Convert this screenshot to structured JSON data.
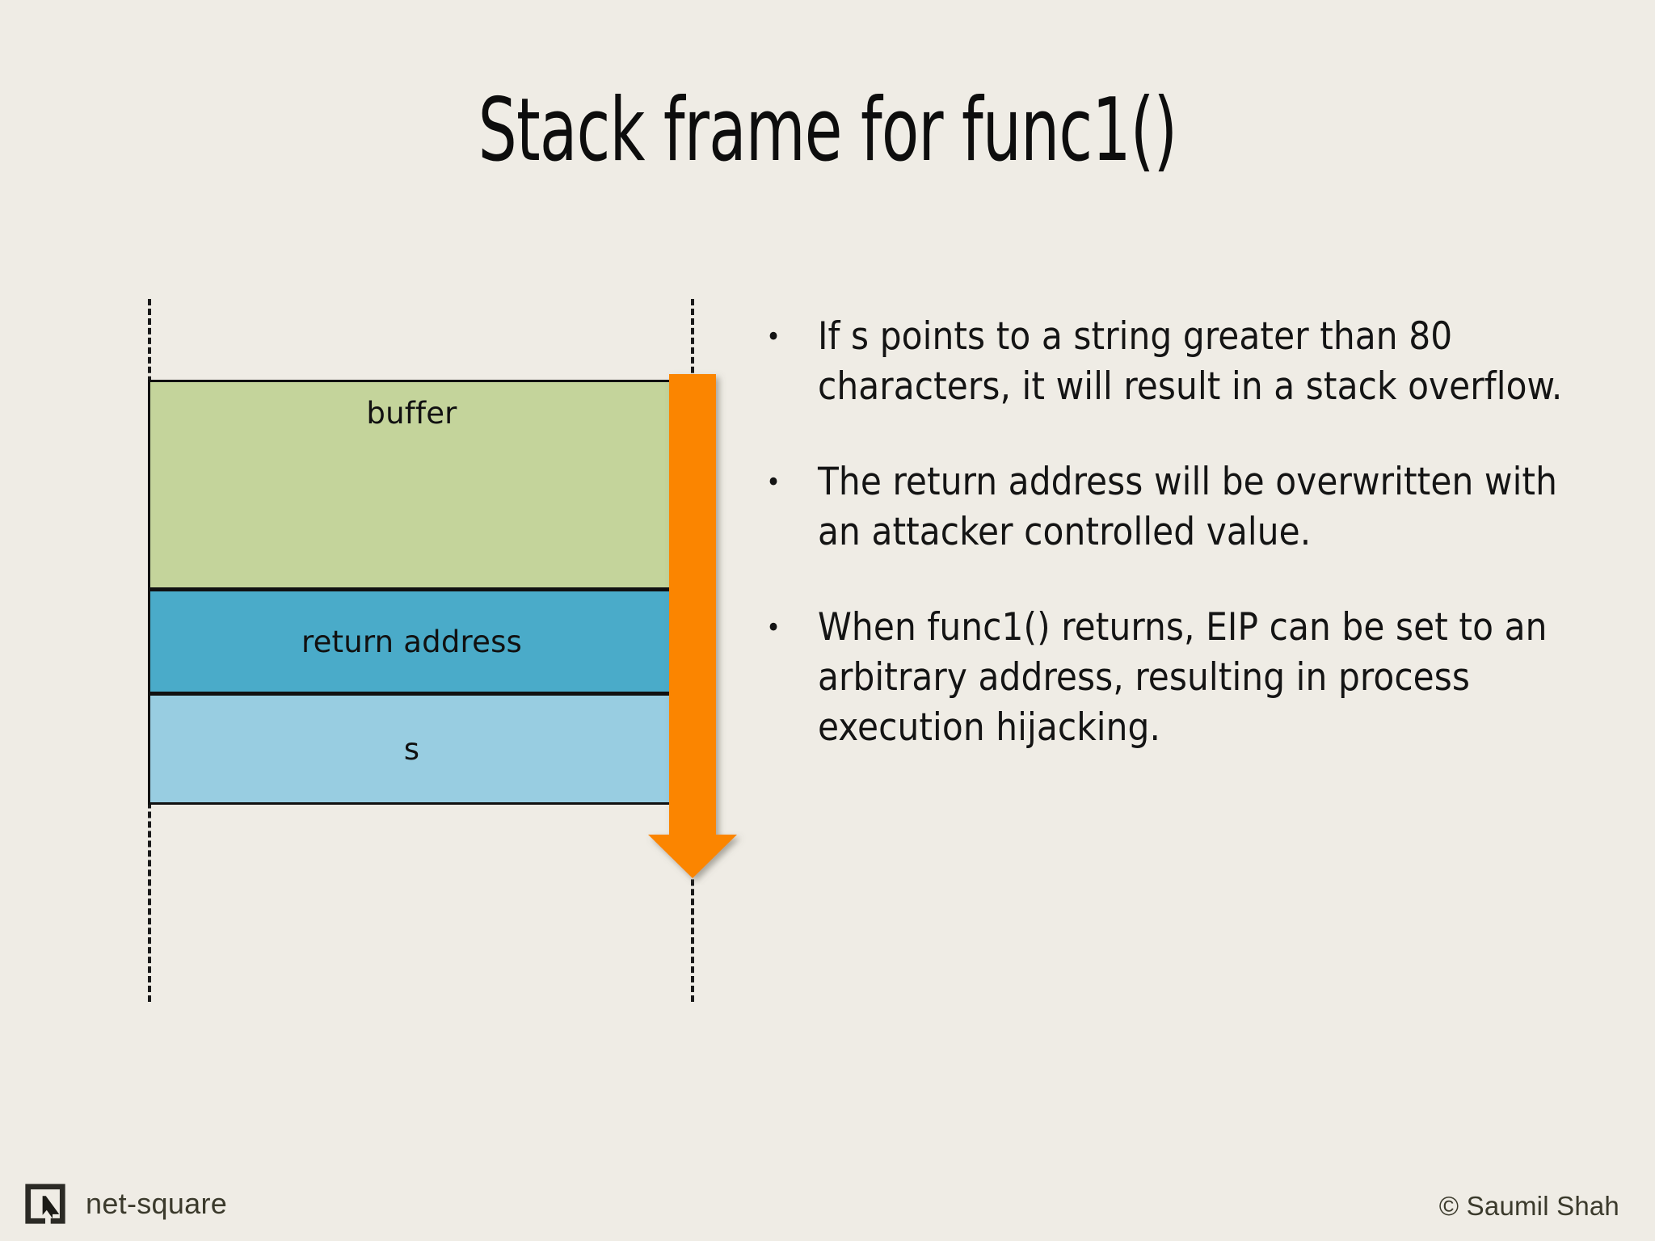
{
  "slide": {
    "title": "Stack frame for func1()",
    "background_color": "#efece5"
  },
  "diagram": {
    "name": "stack-frame-diagram",
    "boundary_style": "dashed",
    "cells": [
      {
        "label": "buffer",
        "fill": "#c4d49b",
        "order": 1
      },
      {
        "label": "return address",
        "fill": "#4aabc9",
        "order": 2
      },
      {
        "label": "s",
        "fill": "#98cde1",
        "order": 3
      }
    ],
    "arrow": {
      "name": "stack-growth-arrow",
      "direction": "down",
      "color": "#fb8500"
    }
  },
  "bullets": [
    {
      "marker": "•",
      "text": "If s points to a string greater than 80 characters, it will result in a stack overflow."
    },
    {
      "marker": "•",
      "text": "The return address will be overwritten with an attacker controlled value."
    },
    {
      "marker": "•",
      "text": "When func1() returns, EIP can be set to an arbitrary address, resulting in process execution hijacking."
    }
  ],
  "footer": {
    "logo_text": "net-square",
    "logo_color": "#3b3a2c",
    "copyright": "© Saumil Shah"
  }
}
